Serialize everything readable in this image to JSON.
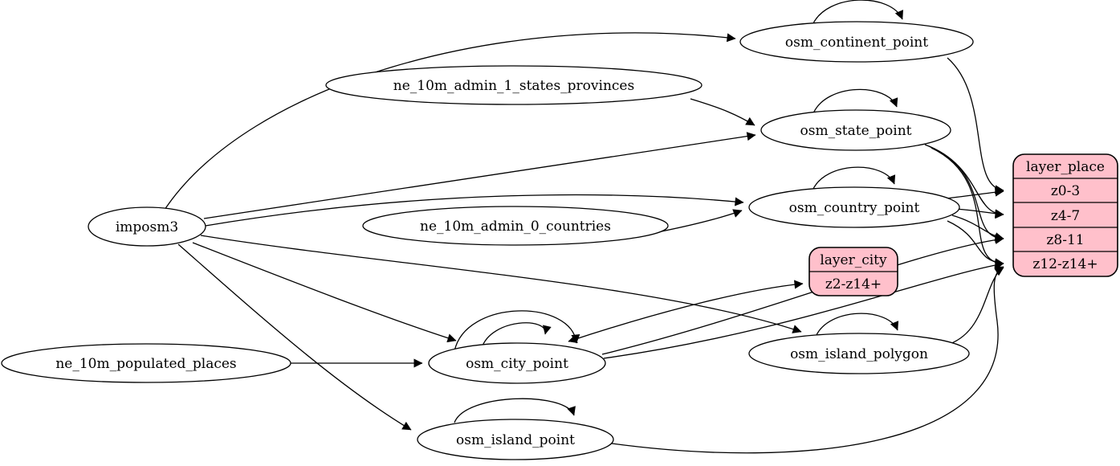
{
  "diagram": {
    "background": "#ffffff",
    "node_fill": "#ffffff",
    "record_fill": "#ffc0cb",
    "stroke_color": "#000000"
  },
  "nodes": {
    "imposm3": {
      "label": "imposm3",
      "shape": "ellipse"
    },
    "ne_10m_admin_1_states_provinces": {
      "label": "ne_10m_admin_1_states_provinces",
      "shape": "ellipse"
    },
    "ne_10m_admin_0_countries": {
      "label": "ne_10m_admin_0_countries",
      "shape": "ellipse"
    },
    "ne_10m_populated_places": {
      "label": "ne_10m_populated_places",
      "shape": "ellipse"
    },
    "osm_continent_point": {
      "label": "osm_continent_point",
      "shape": "ellipse",
      "self_loops": 1
    },
    "osm_state_point": {
      "label": "osm_state_point",
      "shape": "ellipse",
      "self_loops": 1
    },
    "osm_country_point": {
      "label": "osm_country_point",
      "shape": "ellipse",
      "self_loops": 1
    },
    "osm_city_point": {
      "label": "osm_city_point",
      "shape": "ellipse",
      "self_loops": 2
    },
    "osm_island_polygon": {
      "label": "osm_island_polygon",
      "shape": "ellipse",
      "self_loops": 1
    },
    "osm_island_point": {
      "label": "osm_island_point",
      "shape": "ellipse",
      "self_loops": 1
    },
    "layer_city": {
      "label": "layer_city",
      "shape": "record",
      "rows": [
        "z2-z14+"
      ]
    },
    "layer_place": {
      "label": "layer_place",
      "shape": "record",
      "rows": [
        "z0-3",
        "z4-7",
        "z8-11",
        "z12-z14+"
      ]
    }
  },
  "edges": [
    {
      "from": "imposm3",
      "to": "osm_continent_point"
    },
    {
      "from": "imposm3",
      "to": "osm_state_point"
    },
    {
      "from": "imposm3",
      "to": "osm_country_point"
    },
    {
      "from": "imposm3",
      "to": "osm_city_point"
    },
    {
      "from": "imposm3",
      "to": "osm_island_polygon"
    },
    {
      "from": "imposm3",
      "to": "osm_island_point"
    },
    {
      "from": "ne_10m_admin_1_states_provinces",
      "to": "osm_state_point"
    },
    {
      "from": "ne_10m_admin_0_countries",
      "to": "osm_country_point"
    },
    {
      "from": "ne_10m_populated_places",
      "to": "osm_city_point"
    },
    {
      "from": "osm_continent_point",
      "to": "osm_continent_point",
      "type": "self-loop"
    },
    {
      "from": "osm_state_point",
      "to": "osm_state_point",
      "type": "self-loop"
    },
    {
      "from": "osm_country_point",
      "to": "osm_country_point",
      "type": "self-loop"
    },
    {
      "from": "osm_city_point",
      "to": "osm_city_point",
      "type": "self-loop"
    },
    {
      "from": "osm_city_point",
      "to": "osm_city_point",
      "type": "self-loop"
    },
    {
      "from": "osm_island_polygon",
      "to": "osm_island_polygon",
      "type": "self-loop"
    },
    {
      "from": "osm_island_point",
      "to": "osm_island_point",
      "type": "self-loop"
    },
    {
      "from": "osm_continent_point",
      "to": "layer_place.z0-3"
    },
    {
      "from": "osm_country_point",
      "to": "layer_place.z0-3"
    },
    {
      "from": "osm_state_point",
      "to": "layer_place.z4-7"
    },
    {
      "from": "osm_country_point",
      "to": "layer_place.z4-7"
    },
    {
      "from": "osm_state_point",
      "to": "layer_place.z8-11"
    },
    {
      "from": "osm_country_point",
      "to": "layer_place.z8-11"
    },
    {
      "from": "osm_city_point",
      "to": "layer_place.z8-11"
    },
    {
      "from": "osm_state_point",
      "to": "layer_place.z12-z14+"
    },
    {
      "from": "osm_country_point",
      "to": "layer_place.z12-z14+"
    },
    {
      "from": "osm_city_point",
      "to": "layer_place.z12-z14+"
    },
    {
      "from": "osm_island_polygon",
      "to": "layer_place.z12-z14+"
    },
    {
      "from": "osm_island_point",
      "to": "layer_place.z12-z14+"
    },
    {
      "from": "osm_city_point",
      "to": "layer_city.z2-z14+",
      "bidirectional": true
    }
  ]
}
